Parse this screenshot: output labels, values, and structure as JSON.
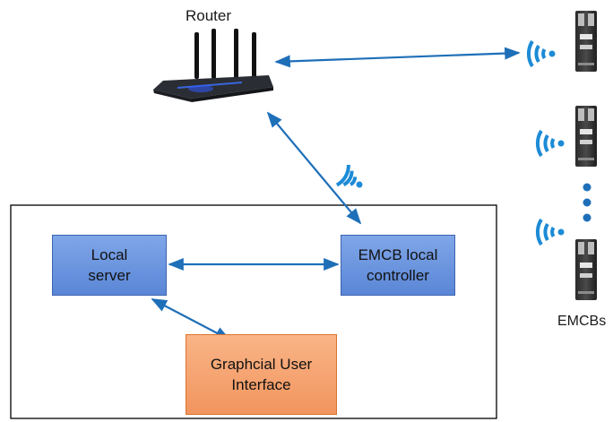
{
  "diagram": {
    "router_label": "Router",
    "emcbs_label": "EMCBs",
    "nodes": {
      "local_server": "Local\nserver",
      "emcb_controller": "EMCB local\ncontroller",
      "gui": "Graphcial User\nInterface"
    },
    "colors": {
      "arrow": "#1e6fb8",
      "node_blue": "#6f97e0",
      "node_orange": "#f4a471",
      "wifi": "#1d8bd6",
      "frame": "#000000"
    },
    "icons": [
      "router-icon",
      "wifi-icon",
      "breaker-icon",
      "ellipsis-dots"
    ]
  }
}
